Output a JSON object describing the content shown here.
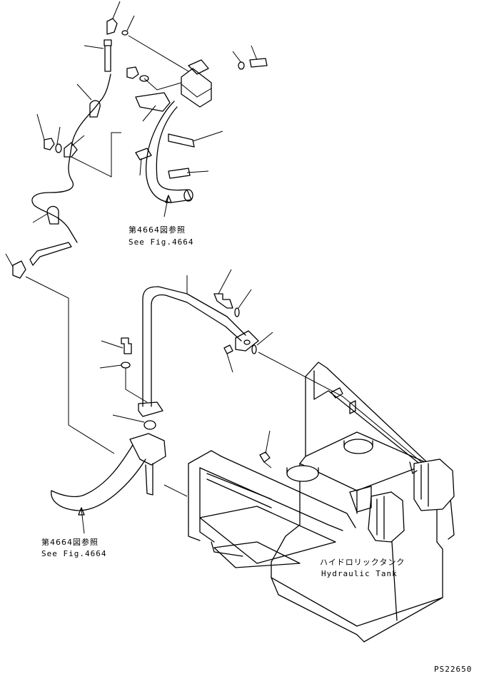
{
  "diagram": {
    "refs": [
      {
        "jp": "第4664図参照",
        "en": "See Fig.4664"
      },
      {
        "jp": "第4664図参照",
        "en": "See Fig.4664"
      }
    ],
    "tank": {
      "jp": "ハイドロリックタンク",
      "en": "Hydraulic Tank"
    },
    "drawing_code": "PS22650"
  }
}
